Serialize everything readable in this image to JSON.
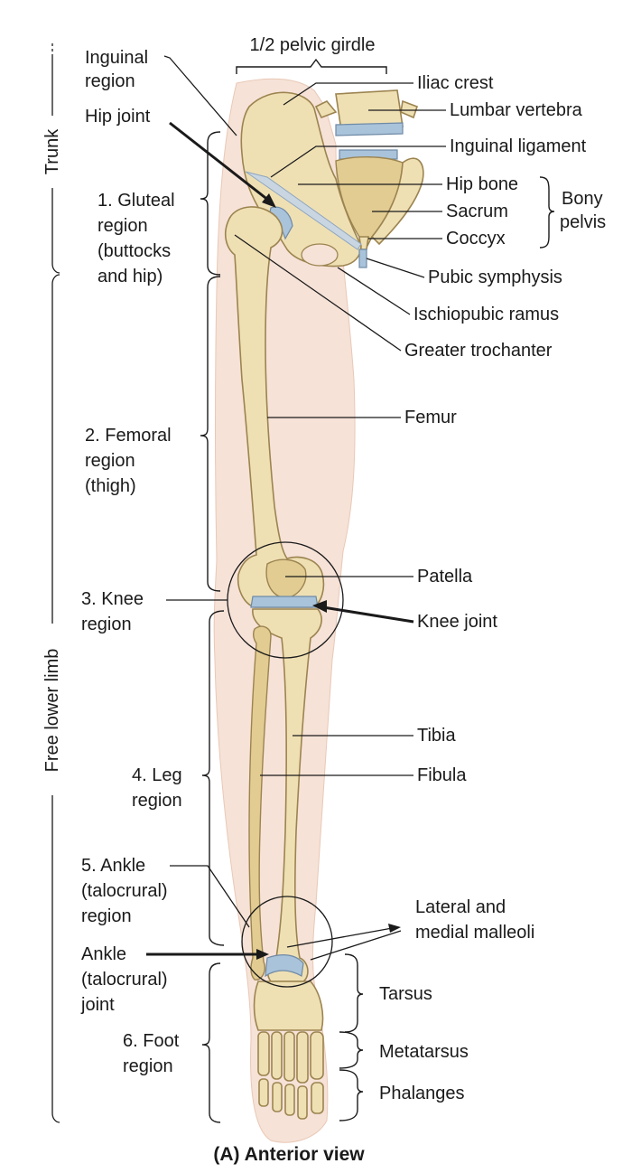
{
  "labels": {
    "pelvic_girdle": "1/2 pelvic girdle",
    "inguinal_region_1": "Inguinal",
    "inguinal_region_2": "region",
    "hip_joint": "Hip joint",
    "iliac_crest": "Iliac crest",
    "lumbar_vertebra": "Lumbar vertebra",
    "inguinal_ligament": "Inguinal ligament",
    "hip_bone": "Hip bone",
    "sacrum": "Sacrum",
    "coccyx": "Coccyx",
    "bony_pelvis_1": "Bony",
    "bony_pelvis_2": "pelvis",
    "pubic_symphysis": "Pubic symphysis",
    "ischiopubic_ramus": "Ischiopubic ramus",
    "greater_trochanter": "Greater trochanter",
    "femur": "Femur",
    "patella": "Patella",
    "knee_joint": "Knee joint",
    "tibia": "Tibia",
    "fibula": "Fibula",
    "malleoli_1": "Lateral and",
    "malleoli_2": "medial malleoli",
    "tarsus": "Tarsus",
    "metatarsus": "Metatarsus",
    "phalanges": "Phalanges",
    "gluteal_1": "1. Gluteal",
    "gluteal_2": "region",
    "gluteal_3": "(buttocks",
    "gluteal_4": "and hip)",
    "femoral_1": "2. Femoral",
    "femoral_2": "region",
    "femoral_3": "(thigh)",
    "knee_1": "3. Knee",
    "knee_2": "region",
    "leg_1": "4. Leg",
    "leg_2": "region",
    "ankle_region_1": "5. Ankle",
    "ankle_region_2": "(talocrural)",
    "ankle_region_3": "region",
    "ankle_joint_1": "Ankle",
    "ankle_joint_2": "(talocrural)",
    "ankle_joint_3": "joint",
    "foot_1": "6. Foot",
    "foot_2": "region",
    "trunk": "Trunk",
    "free_lower_limb": "Free lower limb"
  },
  "caption": "(A) Anterior view"
}
